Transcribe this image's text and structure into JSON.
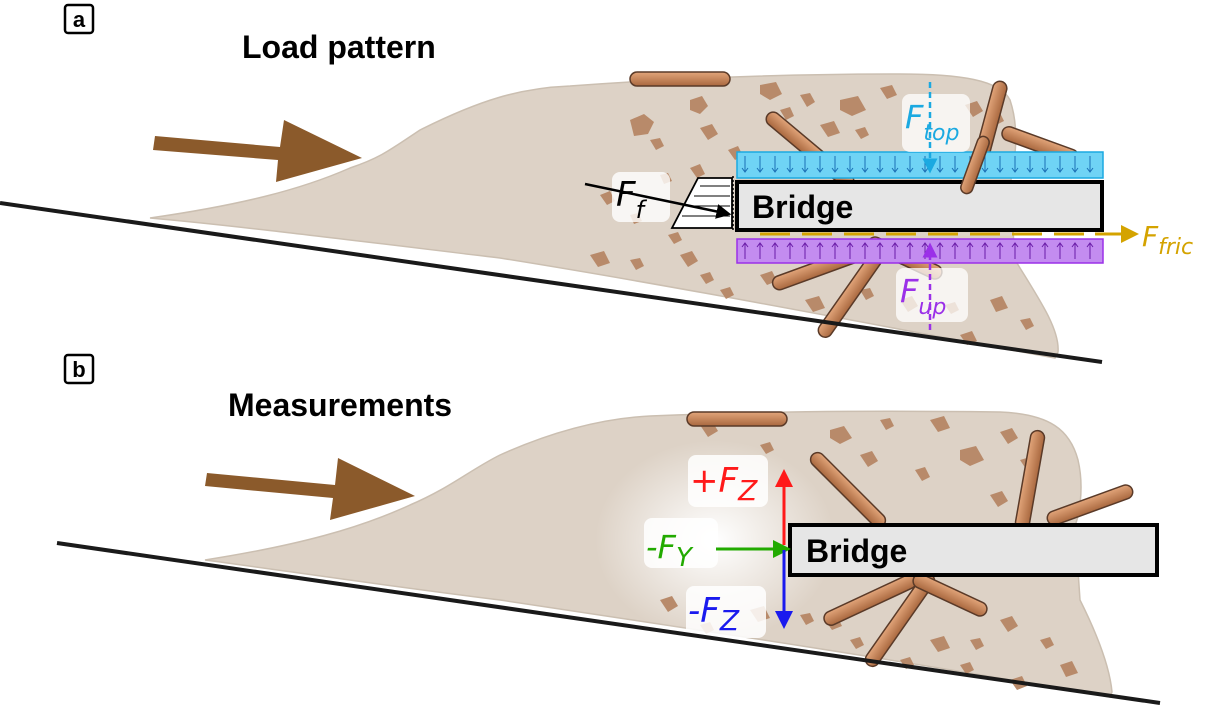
{
  "panel_a": {
    "letter": "a",
    "title": "Load pattern",
    "bridge_label": "Bridge",
    "forces": {
      "top": {
        "symbol": "F",
        "sub": "top",
        "color": "#1ba9e1"
      },
      "up": {
        "symbol": "F",
        "sub": "up",
        "color": "#9b30e8"
      },
      "fric": {
        "symbol": "F",
        "sub": "fric",
        "color": "#d4a300"
      },
      "f": {
        "symbol": "F",
        "sub": "f",
        "color": "#000000"
      }
    }
  },
  "panel_b": {
    "letter": "b",
    "title": "Measurements",
    "bridge_label": "Bridge",
    "forces": {
      "plus_z": {
        "sign": "+",
        "symbol": "F",
        "sub": "Z",
        "color": "#ff1a1a"
      },
      "minus_y": {
        "sign": "-",
        "symbol": "F",
        "sub": "Y",
        "color": "#22aa00"
      },
      "minus_z": {
        "sign": "-",
        "symbol": "F",
        "sub": "Z",
        "color": "#1a1aee"
      }
    }
  },
  "colors": {
    "sediment": "#ddd2c6",
    "sediment_edge": "#c9bcae",
    "rock": "#b88a6a",
    "wood": "#c98a5e",
    "wood_dark": "#5a3a28",
    "flow_arrow": "#8b5a2b",
    "bridge_fill": "#e6e6e6",
    "top_load": "#6fd3f5",
    "up_load": "#c38cf0"
  }
}
